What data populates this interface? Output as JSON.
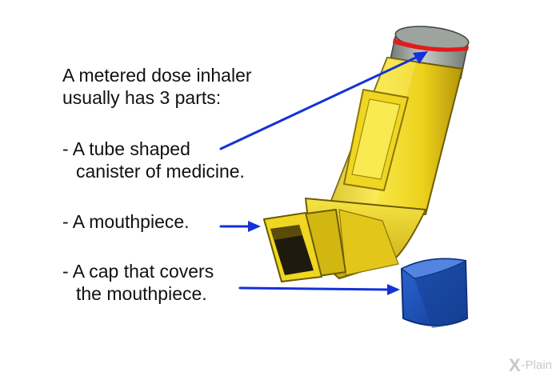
{
  "intro": [
    "A metered dose inhaler",
    "usually has 3 parts:"
  ],
  "parts": [
    {
      "lines": [
        "- A tube shaped",
        "canister of medicine."
      ]
    },
    {
      "lines": [
        "- A mouthpiece."
      ]
    },
    {
      "lines": [
        "- A cap that covers",
        "the mouthpiece."
      ]
    }
  ],
  "brand": {
    "glyph": "X",
    "name": "-Plain"
  },
  "colors": {
    "arrow": "#1432d8",
    "inhaler_body": "#eed81c",
    "inhaler_outline": "#6b5c06",
    "canister": "#8e9590",
    "canister_band": "#e21b1b",
    "cap": "#1a4fb4",
    "cap_dark": "#0d2d79",
    "brand_text": "#c8c8c8"
  }
}
